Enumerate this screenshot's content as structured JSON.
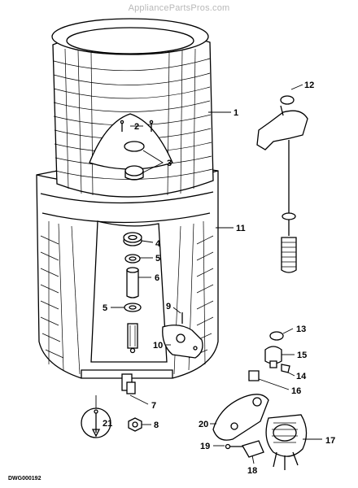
{
  "watermark": "AppliancePartsPros.com",
  "drawing_number": "DWG000192",
  "callouts": [
    "1",
    "2",
    "3",
    "4",
    "5",
    "6",
    "5",
    "7",
    "8",
    "9",
    "10",
    "11",
    "12",
    "13",
    "14",
    "15",
    "16",
    "17",
    "18",
    "19",
    "20",
    "21"
  ]
}
